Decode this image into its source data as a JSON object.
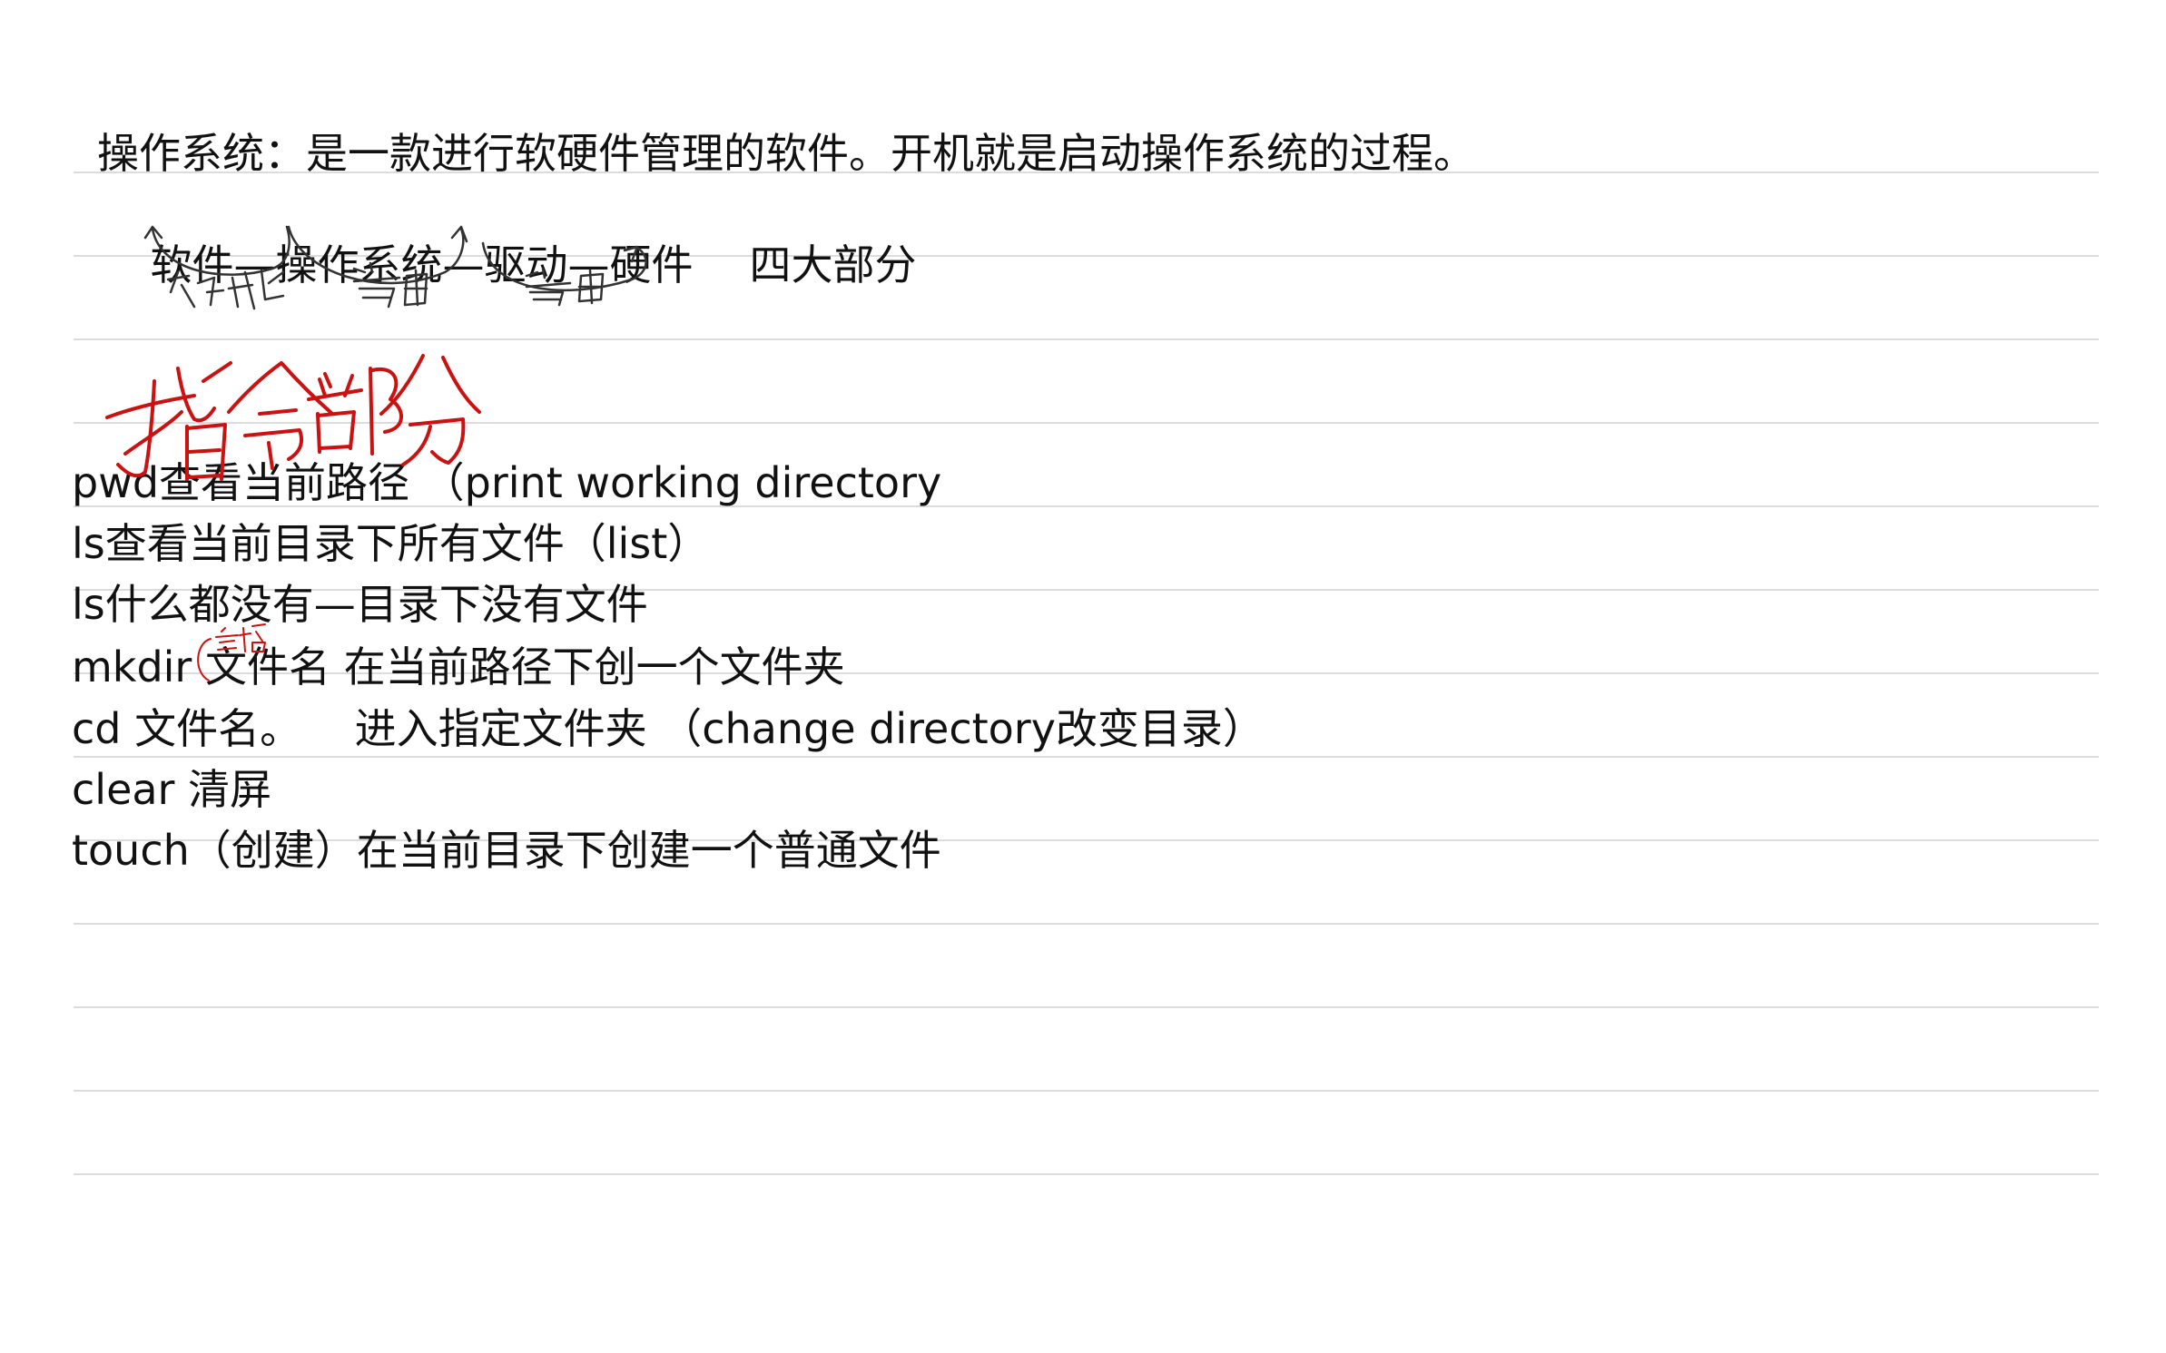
{
  "notes": {
    "intro_line": "操作系统：是一款进行软硬件管理的软件。开机就是启动操作系统的过程。",
    "layers_line": {
      "chain": "软件—操作系统—驱动—硬件",
      "suffix": "四大部分"
    },
    "handwritten_annotations": {
      "under_layers": [
        "提供环境",
        "管理",
        "管理"
      ],
      "heading": "指令部分",
      "mkdir_note": "空格"
    },
    "commands": [
      "pwd查看当前路径 （print working directory",
      "ls查看当前目录下所有文件（list）",
      "ls什么都没有—目录下没有文件",
      "mkdir 文件名 在当前路径下创一个文件夹",
      "cd 文件名。    进入指定文件夹 （change directory改变目录）",
      "clear 清屏",
      "touch（创建）在当前目录下创建一个普通文件"
    ]
  },
  "colors": {
    "text": "#111111",
    "rule": "#dcdcdc",
    "red_ink": "#cc1111",
    "pencil": "#333333"
  }
}
